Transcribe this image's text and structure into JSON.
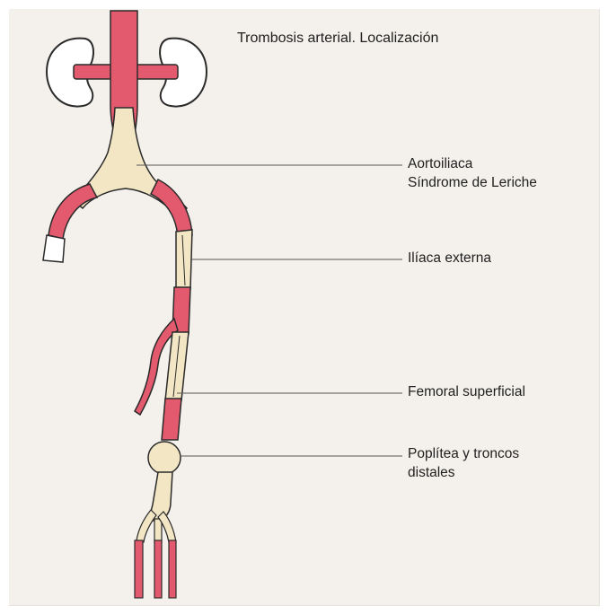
{
  "figure": {
    "title": "Trombosis arterial. Localización",
    "labels": {
      "aortoiliaca_line1": "Aortoiliaca",
      "aortoiliaca_line2": "Síndrome de Leriche",
      "iliaca_externa": "Ilíaca externa",
      "femoral_superficial": "Femoral superficial",
      "poplitea_line1": "Poplítea y troncos",
      "poplitea_line2": "distales"
    }
  },
  "colors": {
    "artery": "#e35a6e",
    "occlusion": "#f2e6c4",
    "kidney": "#ffffff",
    "outline": "#2a2a2a",
    "background": "#f4f1ec"
  }
}
